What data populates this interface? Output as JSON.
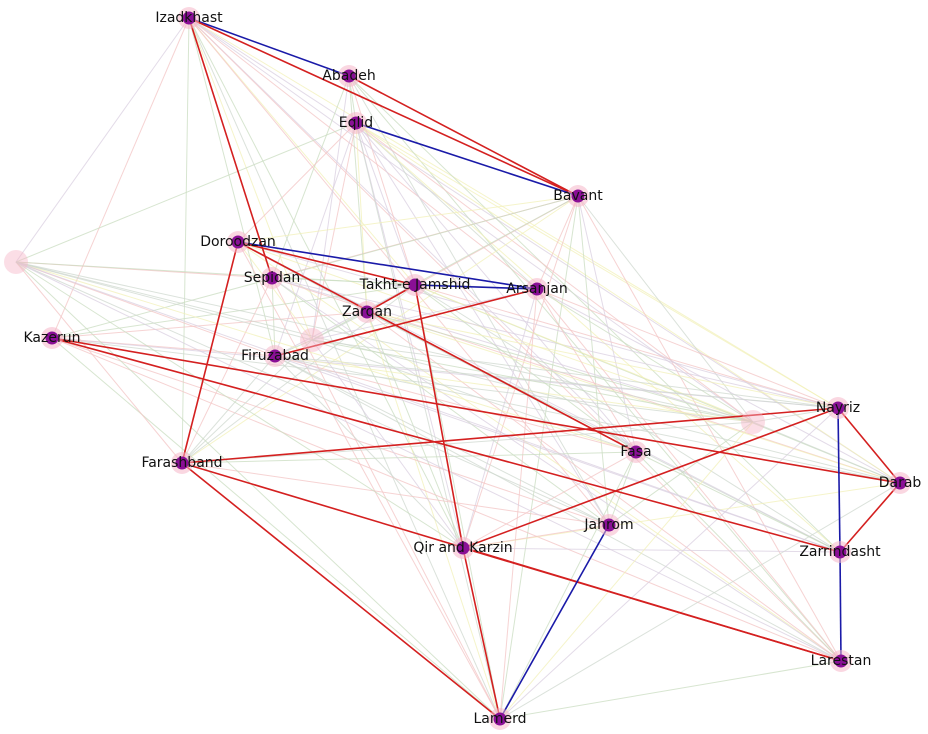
{
  "graph": {
    "colors": {
      "strong_edge_red": "#d42020",
      "strong_edge_blue": "#1a1aa8",
      "node_fill": "#8a0f96",
      "node_halo": "#f6b6c8",
      "background_edge_palette": [
        "#f3c4c4",
        "#c9dcc0",
        "#cfd8cf",
        "#f1f0b8",
        "#d9cfe0"
      ]
    },
    "nodes": [
      {
        "id": "Izadkhast",
        "label": "Izadkhast"
      },
      {
        "id": "Abadeh",
        "label": "Abadeh"
      },
      {
        "id": "Eqlid",
        "label": "Eqlid"
      },
      {
        "id": "Bavanat",
        "label": "Bavant"
      },
      {
        "id": "Doroodzan",
        "label": "Doroodzan"
      },
      {
        "id": "Sepidan",
        "label": "Sepidan"
      },
      {
        "id": "Takht",
        "label": "Takht-e Jamshid"
      },
      {
        "id": "Arsanjan",
        "label": "Arsanjan"
      },
      {
        "id": "Zarqan",
        "label": "Zarqan"
      },
      {
        "id": "Kazerun",
        "label": "Kazerun"
      },
      {
        "id": "Firuzabad",
        "label": "Firuzabad"
      },
      {
        "id": "Nayriz",
        "label": "Nayriz"
      },
      {
        "id": "Farashband",
        "label": "Farashband"
      },
      {
        "id": "Fasa",
        "label": "Fasa"
      },
      {
        "id": "Darab",
        "label": "Darab"
      },
      {
        "id": "Jahrom",
        "label": "Jahrom"
      },
      {
        "id": "QirKarzin",
        "label": "Qir and Karzin"
      },
      {
        "id": "Zarrindasht",
        "label": "Zarrindasht"
      },
      {
        "id": "Larestan",
        "label": "Larestan"
      },
      {
        "id": "Lamerd",
        "label": "Lamerd"
      },
      {
        "id": "u1",
        "label": ""
      },
      {
        "id": "u2",
        "label": ""
      },
      {
        "id": "u3",
        "label": ""
      }
    ],
    "strong_edges": [
      {
        "from": "Izadkhast",
        "to": "Abadeh",
        "color": "blue"
      },
      {
        "from": "Abadeh",
        "to": "Bavanat",
        "color": "red"
      },
      {
        "from": "Izadkhast",
        "to": "Bavanat",
        "color": "red"
      },
      {
        "from": "Izadkhast",
        "to": "Sepidan",
        "color": "red"
      },
      {
        "from": "Eqlid",
        "to": "Bavanat",
        "color": "blue"
      },
      {
        "from": "Doroodzan",
        "to": "Arsanjan",
        "color": "blue"
      },
      {
        "from": "Doroodzan",
        "to": "Takht",
        "color": "red"
      },
      {
        "from": "Doroodzan",
        "to": "Farashband",
        "color": "red"
      },
      {
        "from": "Doroodzan",
        "to": "Fasa",
        "color": "red"
      },
      {
        "from": "Takht",
        "to": "Arsanjan",
        "color": "blue"
      },
      {
        "from": "Takht",
        "to": "Zarqan",
        "color": "red"
      },
      {
        "from": "Takht",
        "to": "QirKarzin",
        "color": "red"
      },
      {
        "from": "Arsanjan",
        "to": "Firuzabad",
        "color": "red"
      },
      {
        "from": "Kazerun",
        "to": "Darab",
        "color": "red"
      },
      {
        "from": "Kazerun",
        "to": "Zarrindasht",
        "color": "red"
      },
      {
        "from": "Farashband",
        "to": "Nayriz",
        "color": "red"
      },
      {
        "from": "Farashband",
        "to": "Larestan",
        "color": "red"
      },
      {
        "from": "Farashband",
        "to": "Lamerd",
        "color": "red"
      },
      {
        "from": "Nayriz",
        "to": "Darab",
        "color": "red"
      },
      {
        "from": "Nayriz",
        "to": "Zarrindasht",
        "color": "blue"
      },
      {
        "from": "Nayriz",
        "to": "QirKarzin",
        "color": "red"
      },
      {
        "from": "Darab",
        "to": "Zarrindasht",
        "color": "red"
      },
      {
        "from": "Zarrindasht",
        "to": "Larestan",
        "color": "blue"
      },
      {
        "from": "QirKarzin",
        "to": "Larestan",
        "color": "red"
      },
      {
        "from": "QirKarzin",
        "to": "Lamerd",
        "color": "red"
      },
      {
        "from": "Jahrom",
        "to": "Lamerd",
        "color": "blue"
      }
    ]
  }
}
